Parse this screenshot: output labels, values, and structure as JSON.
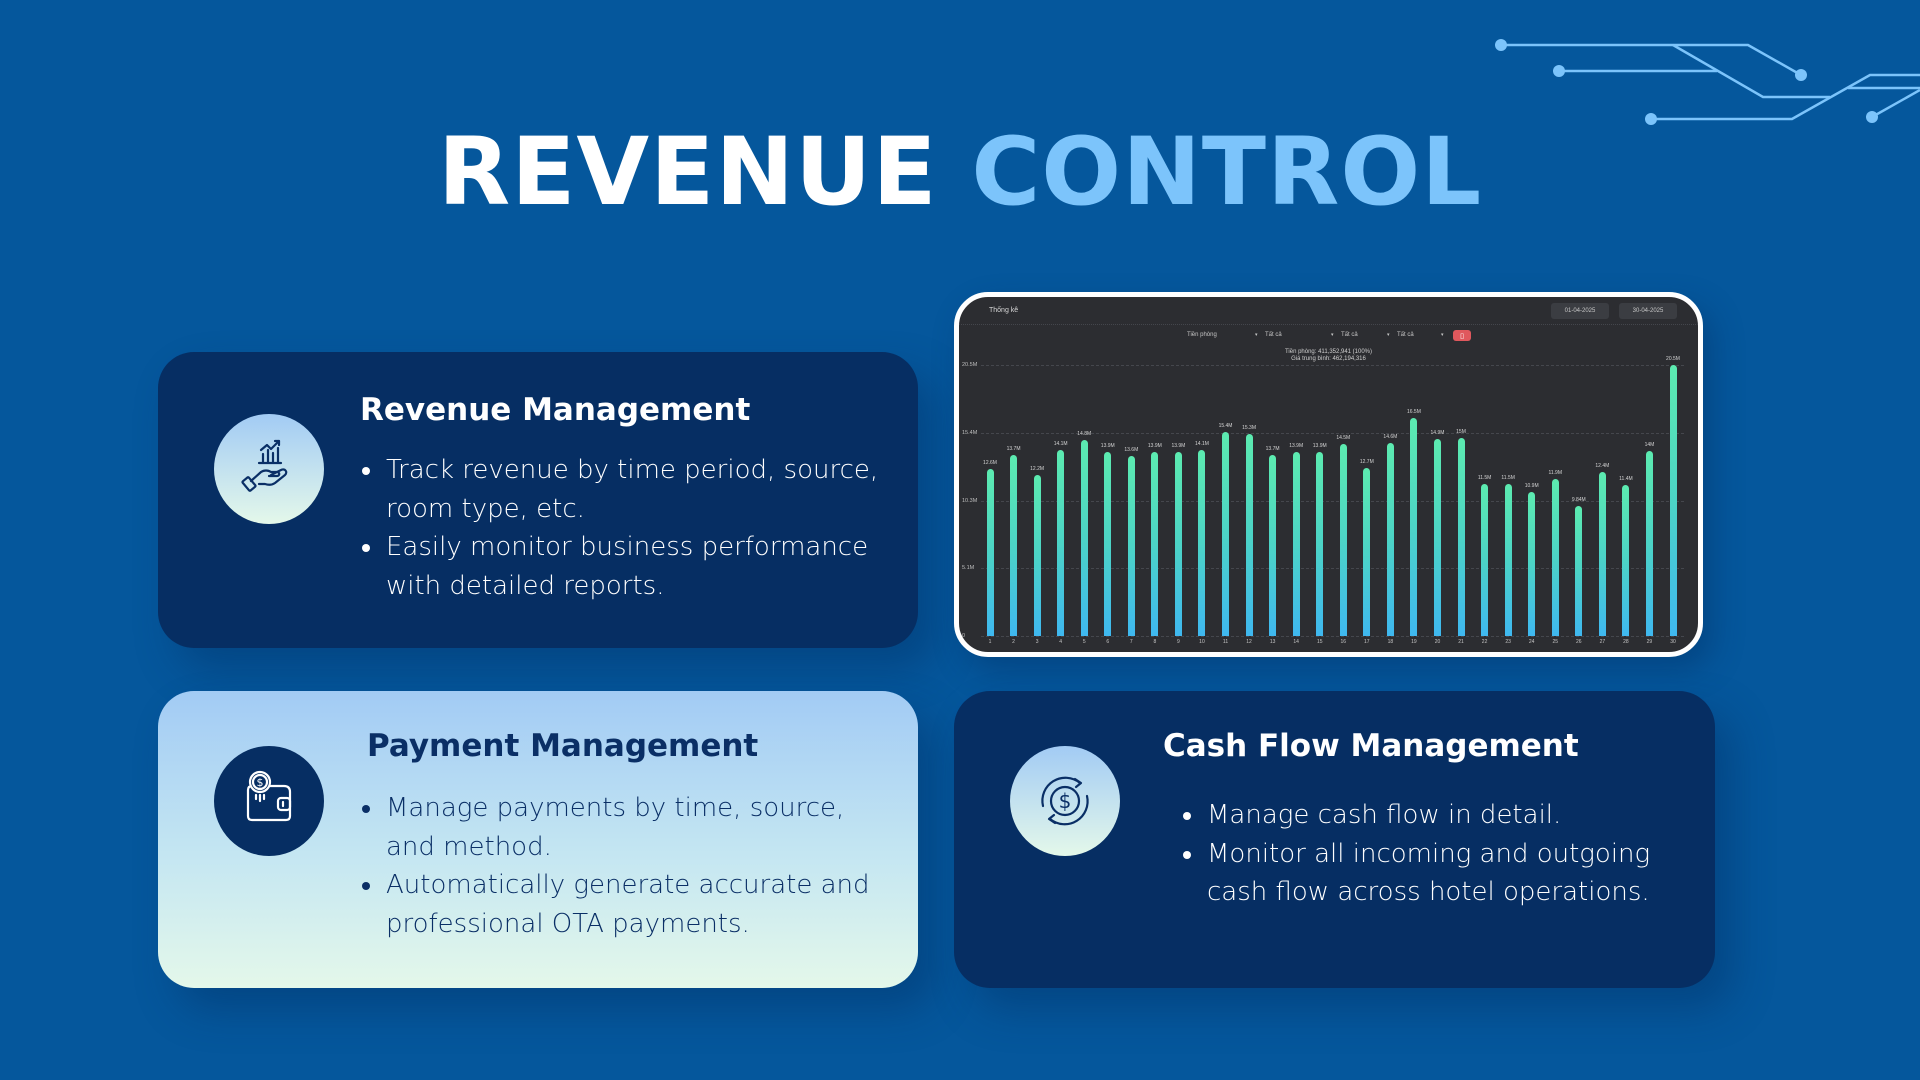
{
  "title": {
    "part1": "REVENUE",
    "part2": "CONTROL"
  },
  "colors": {
    "background": "#05579c",
    "card_dark": "#062e63",
    "accent_light_blue": "#7cc4fb",
    "bar_top": "#5cebb0",
    "bar_bottom": "#3fb8f0",
    "chart_panel": "#2c2d31",
    "pdf_button": "#e0585d"
  },
  "cards": {
    "revenue": {
      "title": "Revenue Management",
      "icon": "hand-growth-chart-icon",
      "bullets": [
        "Track revenue by time period, source, room type, etc.",
        "Easily monitor business performance with detailed reports."
      ]
    },
    "payment": {
      "title": "Payment Management",
      "icon": "wallet-coin-icon",
      "bullets": [
        "Manage payments by time, source, and method.",
        "Automatically generate accurate and professional OTA payments."
      ]
    },
    "cashflow": {
      "title": "Cash Flow Management",
      "icon": "dollar-cycle-icon",
      "bullets": [
        "Manage cash flow in detail.",
        "Monitor all incoming and outgoing cash flow across hotel operations."
      ]
    }
  },
  "screenshot": {
    "header_title": "Thống kê",
    "date_from": "01-04-2025",
    "date_to": "30-04-2025",
    "filters": [
      "Tiền phòng",
      "Tất cả",
      "Tất cả",
      "Tất cả"
    ],
    "pdf_button_icon": "pdf-export-icon",
    "summary_line1": "Tiền phòng: 411,352,941 (100%)",
    "summary_line2": "Giá trung bình: 462,194,316"
  },
  "chart_data": {
    "type": "bar",
    "title": "Thống kê",
    "xlabel": "",
    "ylabel": "",
    "ylim": [
      0,
      20.5
    ],
    "y_unit": "M",
    "yticks": [
      "0",
      "5.1M",
      "10.3M",
      "15.4M",
      "20.5M"
    ],
    "grid": true,
    "legend": "none",
    "categories": [
      "1",
      "2",
      "3",
      "4",
      "5",
      "6",
      "7",
      "8",
      "9",
      "10",
      "11",
      "12",
      "13",
      "14",
      "15",
      "16",
      "17",
      "18",
      "19",
      "20",
      "21",
      "22",
      "23",
      "24",
      "25",
      "26",
      "27",
      "28",
      "29",
      "30"
    ],
    "values": [
      12.6,
      13.7,
      12.2,
      14.1,
      14.8,
      13.9,
      13.6,
      13.9,
      13.9,
      14.1,
      15.4,
      15.3,
      13.7,
      13.9,
      13.9,
      14.5,
      12.7,
      14.6,
      16.5,
      14.9,
      15.0,
      11.5,
      11.5,
      10.9,
      11.9,
      9.84,
      12.4,
      11.4,
      14.0,
      20.5
    ],
    "labels": [
      "12.6M",
      "13.7M",
      "12.2M",
      "14.1M",
      "14.8M",
      "13.9M",
      "13.6M",
      "13.9M",
      "13.9M",
      "14.1M",
      "15.4M",
      "15.3M",
      "13.7M",
      "13.9M",
      "13.9M",
      "14.5M",
      "12.7M",
      "14.6M",
      "16.5M",
      "14.9M",
      "15M",
      "11.5M",
      "11.5M",
      "10.9M",
      "11.9M",
      "9.84M",
      "12.4M",
      "11.4M",
      "14M",
      "20.5M"
    ]
  }
}
